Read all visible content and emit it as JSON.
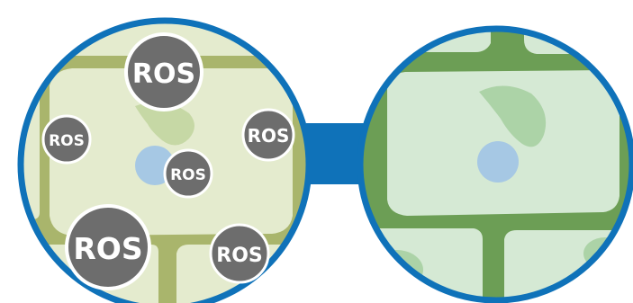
{
  "colors": {
    "ring": "#0f72b9",
    "arrow": "#0f72b9",
    "stressed_cell_fill": "#e4ebce",
    "stressed_wall": "#a9b56c",
    "healthy_cell_fill": "#d5e9d4",
    "healthy_wall": "#6c9e55",
    "organelle_green_stressed": "#c6d8a5",
    "organelle_green_healthy": "#acd3a7",
    "nucleus": "#a6c8e4",
    "ros_bubble": "#6d6d6d",
    "ros_border": "#ffffff",
    "ros_text": "#ffffff"
  },
  "left_panel": {
    "ros_bubbles": [
      {
        "label": "ROS"
      },
      {
        "label": "ROS"
      },
      {
        "label": "ROS"
      },
      {
        "label": "ROS"
      },
      {
        "label": "ROS"
      },
      {
        "label": "ROS"
      }
    ]
  },
  "arrow": {
    "direction": "right-arrow-icon"
  }
}
